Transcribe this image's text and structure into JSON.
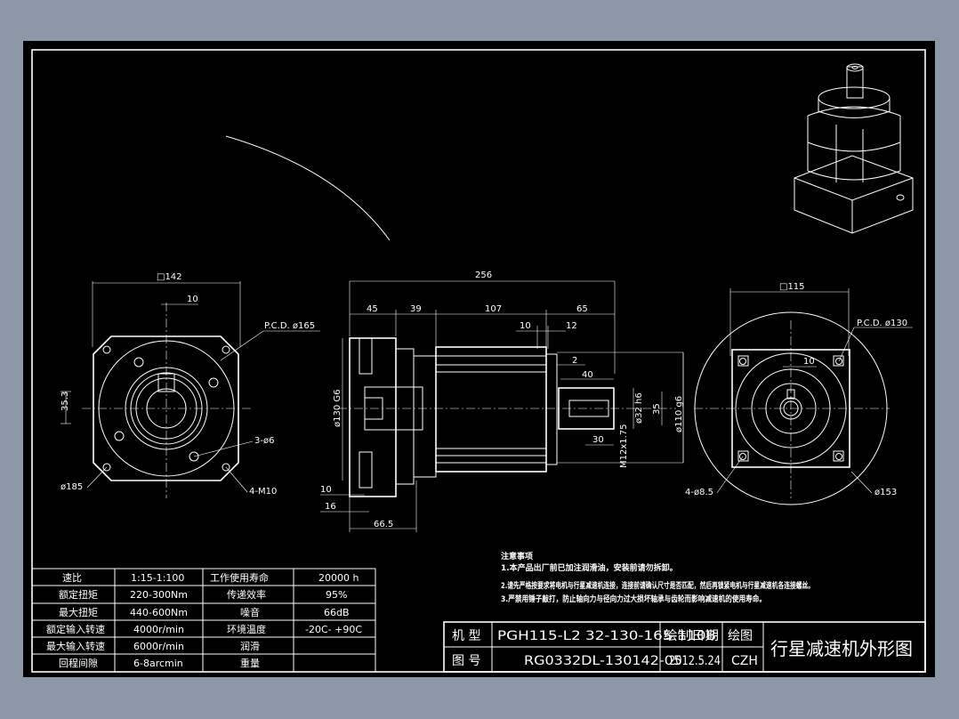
{
  "views": {
    "left": {
      "square": "□142",
      "key_width": "10",
      "pcd": "P.C.D.  ø165",
      "height": "35.3",
      "hole_dia": "3-ø6",
      "outer_dia": "ø185",
      "mount_holes": "4-M10"
    },
    "center": {
      "total_length": "256",
      "flange_length": "45",
      "seg_39": "39",
      "body_length": "107",
      "shaft_length": "65",
      "shoulder_10": "10",
      "shoulder_12": "12",
      "chamfer_2": "2",
      "key_length": "40",
      "key_offset": "30",
      "flange_dia": "ø130 G6",
      "shaft_dia": "ø32 h6",
      "key_height": "35",
      "spigot_dia": "ø110 g6",
      "thread": "M12x1.75",
      "flange_thk": "10",
      "pilot_depth": "16",
      "input_depth": "66.5"
    },
    "right": {
      "square": "□115",
      "pcd": "P.C.D.  ø130",
      "key_width": "10",
      "holes": "4-ø8.5",
      "outer_dia": "ø153"
    }
  },
  "notes": {
    "title": "注意事项",
    "lines": [
      "1.本产品出厂前已加注润滑油，安装前请勿拆卸。",
      "2.请先严格按要求将电机与行星减速机连接，连接前请确认尺寸是否匹配，然后再锁紧电机与行星减速机各连接螺丝。",
      "3.严禁用锤子敲打，防止轴向力与径向力过大损坏轴承与齿轮而影响减速机的使用寿命。"
    ]
  },
  "spec_table": {
    "rows": [
      [
        "速比",
        "1:15-1:100",
        "工作使用寿命",
        "20000  h"
      ],
      [
        "额定扭矩",
        "220-300Nm",
        "传递效率",
        "95%"
      ],
      [
        "最大扭矩",
        "440-600Nm",
        "噪音",
        "66dB"
      ],
      [
        "额定输入转速",
        "4000r/min",
        "环境温度",
        "-20C- +90C"
      ],
      [
        "最大输入转速",
        "6000r/min",
        "润滑",
        ""
      ],
      [
        "回程间隙",
        "6-8arcmin",
        "重量",
        ""
      ]
    ]
  },
  "title_block": {
    "model_label": "机  型",
    "model_value": "PGH115-L2  32-130-165-110B",
    "drawing_label": "图  号",
    "drawing_value": "RG0332DL-130142-05",
    "date_label": "绘制日期",
    "date_value": "2012.5.24",
    "drawer_label": "绘图",
    "drawer_value": "CZH",
    "title": "行星减速机外形图"
  }
}
